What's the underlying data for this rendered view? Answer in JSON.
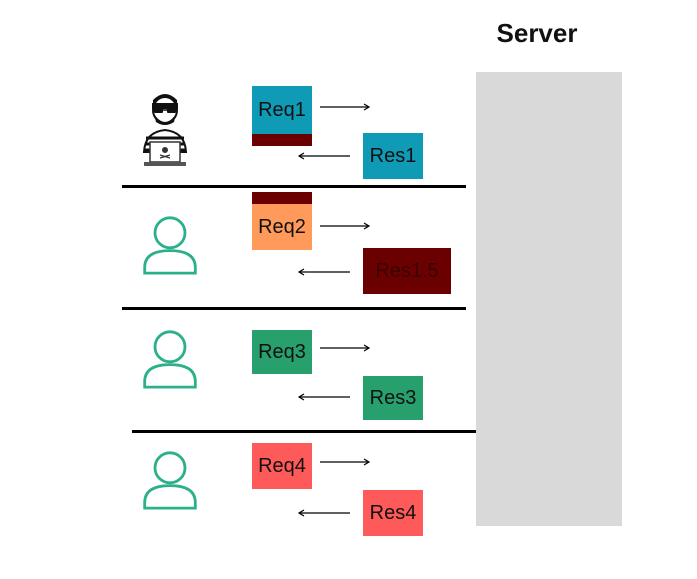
{
  "server": {
    "title": "Server",
    "fill": "#d9d9d9"
  },
  "colors": {
    "blue": "#0f9bb5",
    "orange": "#ff9a5a",
    "green": "#28a06e",
    "red": "#ff5a5a",
    "maroon": "#6b0000",
    "user_outline": "#2bb08a"
  },
  "rows": [
    {
      "client": "hacker-icon",
      "request": "Req1",
      "response": "Res1"
    },
    {
      "client": "user-icon",
      "request": "Req2",
      "response": "Res1.5"
    },
    {
      "client": "user-icon",
      "request": "Req3",
      "response": "Res3"
    },
    {
      "client": "user-icon",
      "request": "Req4",
      "response": "Res4"
    }
  ]
}
